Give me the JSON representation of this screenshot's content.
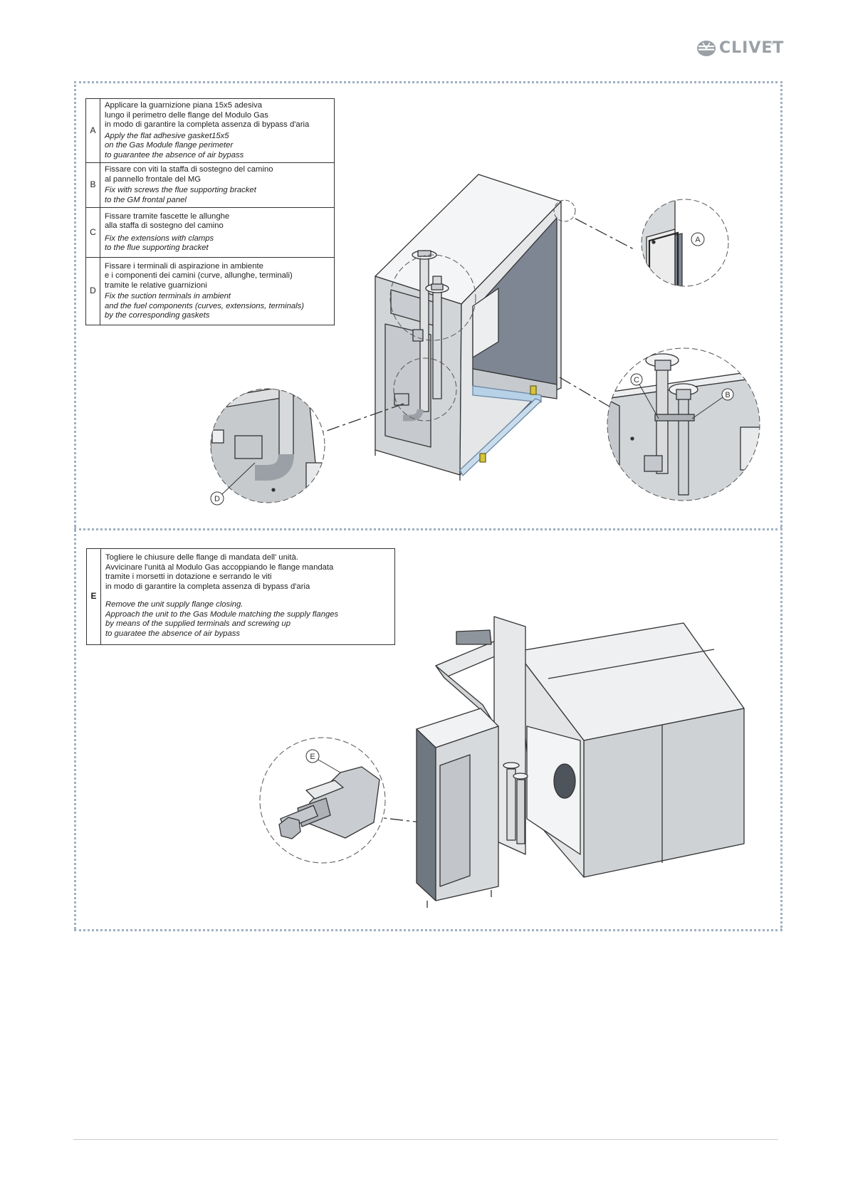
{
  "brand": {
    "name": "CLIVET",
    "tm": "®",
    "color": "#9aa0a6"
  },
  "steps_top": [
    {
      "letter": "A",
      "it_lines": [
        "Applicare la guarnizione piana 15x5 adesiva",
        "lungo il perimetro delle flange del Modulo Gas",
        "in modo di garantire la completa assenza di bypass d'aria"
      ],
      "en_lines": [
        "Apply the flat adhesive gasket15x5",
        "on the Gas Module flange perimeter",
        "to guarantee the absence of air bypass"
      ]
    },
    {
      "letter": "B",
      "it_lines": [
        "Fissare con viti la staffa di sostegno del camino",
        "al pannello frontale del MG"
      ],
      "en_lines": [
        "Fix with screws the flue supporting bracket",
        "to the GM frontal panel"
      ]
    },
    {
      "letter": "C",
      "it_lines": [
        "Fissare tramite fascette le allunghe",
        "alla staffa di sostegno del camino"
      ],
      "en_lines": [
        "Fix the extensions with clamps",
        "to the flue supporting bracket"
      ]
    },
    {
      "letter": "D",
      "it_lines": [
        "Fissare i terminali di aspirazione in ambiente",
        "e i componenti dei camini (curve, allunghe, terminali)",
        "tramite le relative guarnizioni"
      ],
      "en_lines": [
        "Fix the suction terminals in ambient",
        "and the fuel components (curves, extensions, terminals)",
        "by the corresponding gaskets"
      ]
    }
  ],
  "step_bottom": {
    "letter": "E",
    "it_lines": [
      "Togliere le chiusure delle flange di mandata dell' unità.",
      "Avvicinare l'unità al Modulo Gas accoppiando le flange mandata",
      "tramite i morsetti in dotazione e serrando le viti",
      "in modo di garantire la completa assenza di bypass d'aria"
    ],
    "en_lines": [
      "Remove the unit supply flange closing.",
      "Approach the unit to the Gas Module matching the supply flanges",
      "by means of the supplied terminals and screwing up",
      "to guaratee the  absence of air bypass"
    ]
  },
  "callouts": {
    "a": "A",
    "b": "B",
    "c": "C",
    "d": "D",
    "e": "E"
  }
}
